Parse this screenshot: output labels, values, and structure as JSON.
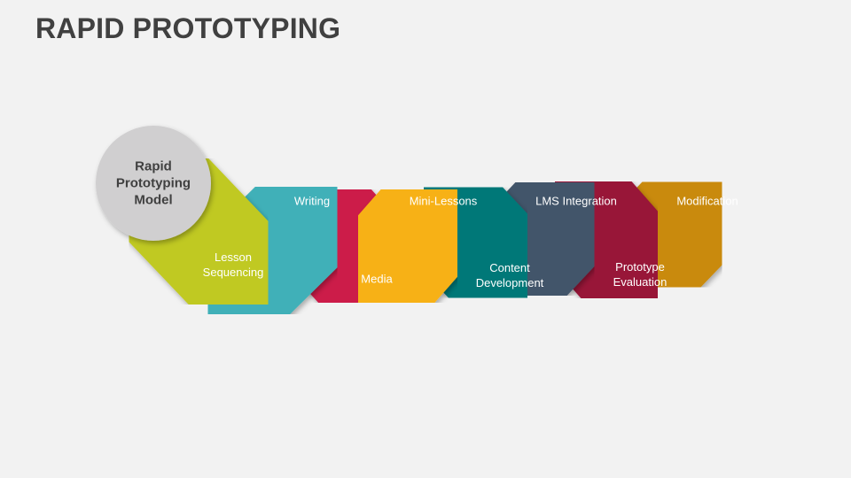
{
  "title": "RAPID PROTOTYPING",
  "center": {
    "label": "Rapid\nPrototyping\nModel",
    "color": "#d0cfd0"
  },
  "steps": [
    {
      "label": "Lesson\nSequencing",
      "color": "#c0c920"
    },
    {
      "label": "Writing",
      "color": "#40b0b8"
    },
    {
      "label": "Media",
      "color": "#cc1a4a"
    },
    {
      "label": "Mini-Lessons",
      "color": "#f7b118"
    },
    {
      "label": "Content\nDevelopment",
      "color": "#007878"
    },
    {
      "label": "LMS Integration",
      "color": "#43546a"
    },
    {
      "label": "Prototype\nEvaluation",
      "color": "#981238"
    },
    {
      "label": "Modification",
      "color": "#c98a0a"
    }
  ]
}
